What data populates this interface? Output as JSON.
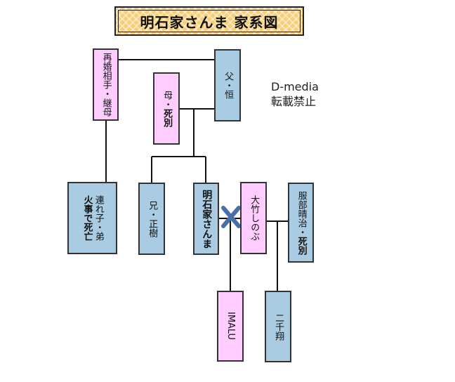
{
  "title": "明石家さんま 家系図",
  "note": {
    "line1": "D-media",
    "line2": "転載禁止"
  },
  "nodes": {
    "stepmother": {
      "text": "再婚相手・継母",
      "color": "pink"
    },
    "mother": {
      "text_a": "母・",
      "text_b": "死別",
      "color": "pink"
    },
    "father": {
      "text": "父・恒",
      "color": "blue"
    },
    "half_brother": {
      "text_a": "連れ子・弟",
      "text_b": "火事で死亡",
      "color": "blue"
    },
    "brother": {
      "text": "兄・正樹",
      "color": "blue"
    },
    "sanma": {
      "text": "明石家さんま",
      "color": "blue"
    },
    "ootake": {
      "text": "大竹しのぶ",
      "color": "pink"
    },
    "hattori": {
      "text_a": "服部晴治・",
      "text_b": "死別",
      "color": "blue"
    },
    "imalu": {
      "text": "IMALU",
      "color": "pink"
    },
    "nichika": {
      "text": "二千翔",
      "color": "blue"
    }
  },
  "symbols": {
    "divorce_mark": "x-mark",
    "mark_color": "#4a6fa8"
  },
  "colors": {
    "blue": "#a9cce3",
    "pink": "#ffccff",
    "title_bg": "#f5ce76"
  }
}
